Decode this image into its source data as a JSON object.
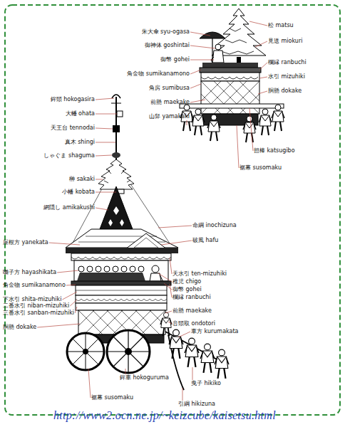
{
  "diagram": {
    "labels": [
      "朱大傘 syu-ogasa",
      "御神体 goshintai",
      "御幣 gohei",
      "角金物 sumikanamono",
      "角房 sumibusa",
      "前懸 maekake",
      "山舁 yamakaki",
      "松 matsu",
      "見送 miokuri",
      "欄縁 ranbuchi",
      "水引 mizuhiki",
      "胴懸 dokake",
      "担棒 katsugibo",
      "裾幕 susomaku",
      "鉾頭 hokogasira",
      "大幡 ohata",
      "天王台 tennodai",
      "真木 shingi",
      "しゃぐま shaguma",
      "榊 sakaki",
      "小幡 kobata",
      "網隠し amikakushi",
      "命綱 inochizuna",
      "破風 hafu",
      "屋根方 yanekata",
      "天水引 ten-mizuhiki",
      "稚児 chigo",
      "御幣 gohei",
      "欄縁 ranbuchi",
      "囃子方 hayashikata",
      "角金物 sumikanamono",
      "下水引 shita-mizuhiki",
      "二番水引 niban-mizuhiki",
      "三番水引 sanban-mizuhiki",
      "前懸 maekake",
      "胴懸 dokake",
      "音頭取 ondotori",
      "車方 kurumakata",
      "鉾車 hokoguruma",
      "曳子 hikiko",
      "裾幕 susomaku",
      "引綱 hikizuna",
      "http://www2.ocn.ne.jp/~keizcube/kaisetsu.html"
    ]
  }
}
